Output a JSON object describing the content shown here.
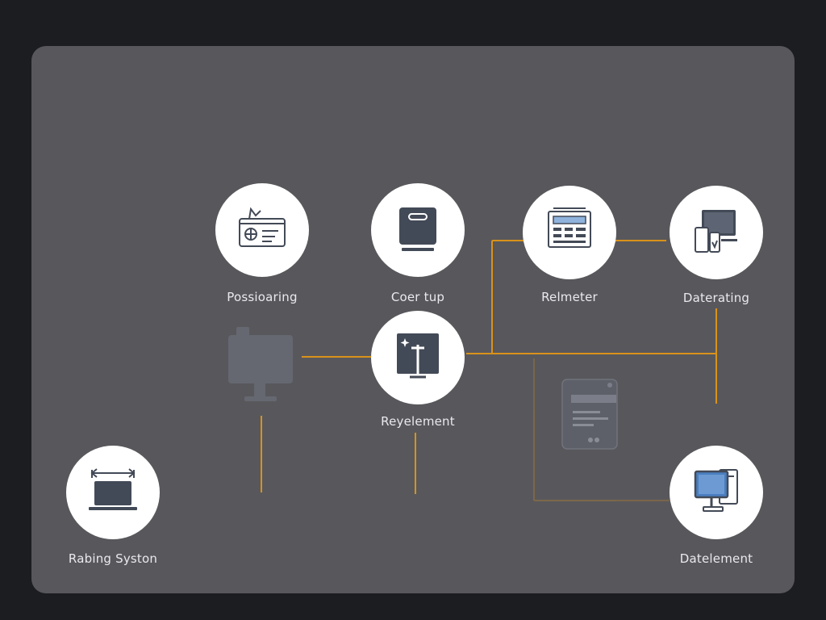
{
  "colors": {
    "background": "#1c1d21",
    "panel": "#58585c",
    "connector": "#d9921a",
    "node_fill": "#ffffff",
    "icon_dark": "#434a57",
    "icon_blue": "#4a7fc1",
    "label_text": "#e9e9ee"
  },
  "nodes": [
    {
      "id": "n1",
      "label": "Possioaring",
      "icon": "id-card-icon"
    },
    {
      "id": "n2",
      "label": "Coer tup",
      "icon": "device-box-icon"
    },
    {
      "id": "n3",
      "label": "Relmeter",
      "icon": "document-form-icon"
    },
    {
      "id": "n4",
      "label": "Daterating",
      "icon": "monitor-devices-icon"
    },
    {
      "id": "n5",
      "label": "Reyelement",
      "icon": "tablet-pin-icon"
    },
    {
      "id": "n6",
      "label": "Rabing Syston",
      "icon": "laptop-resize-icon"
    },
    {
      "id": "n7",
      "label": "Datelement",
      "icon": "desktop-computer-icon"
    }
  ],
  "faded_elements": [
    {
      "icon": "faded-monitor-icon"
    },
    {
      "icon": "faded-card-icon"
    }
  ]
}
